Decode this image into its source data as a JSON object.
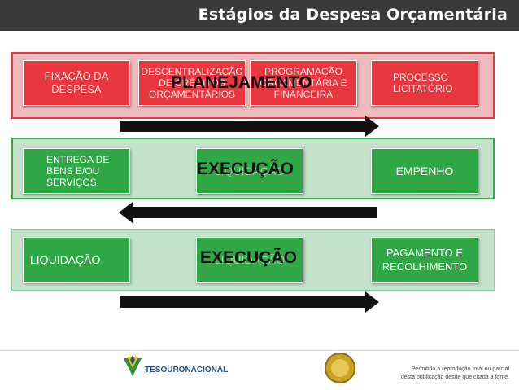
{
  "header": {
    "title": "Estágios da Despesa Orçamentária"
  },
  "planejamento": {
    "label": "PLANEJAMENTO",
    "boxes": [
      "FIXAÇÃO DA\nDESPESA",
      "DESCENTRALIZAÇÃO\nDE CRÉDITOS\nORÇAMENTÁRIOS",
      "PROGRAMAÇÃO\nORÇAMENTÁRIA E\nFINANCEIRA",
      "PROCESSO\nLICITATÓRIO"
    ]
  },
  "execucao1": {
    "label": "EXECUÇÃO",
    "boxes": [
      "ENTREGA DE\nBENS E/OU\nSERVIÇOS",
      "LIQUIDAÇÃO",
      "EMPENHO"
    ]
  },
  "execucao2": {
    "label": "EXECUÇÃO",
    "boxes": [
      "LIQUIDAÇÃO",
      "LIQUIDAÇÃO",
      "PAGAMENTO E\nRECOLHIMENTO"
    ]
  },
  "footer": {
    "logo": "TESOURONACIONAL",
    "notice_line1": "Permitida a reprodução total ou parcial",
    "notice_line2": "desta publicação desde que citada a fonte."
  },
  "colors": {
    "header": "#3a3a3a",
    "red": "#e8373f",
    "green": "#2ea744",
    "red_panel": "#eebcbf",
    "green_panel": "#c4e2ca"
  }
}
